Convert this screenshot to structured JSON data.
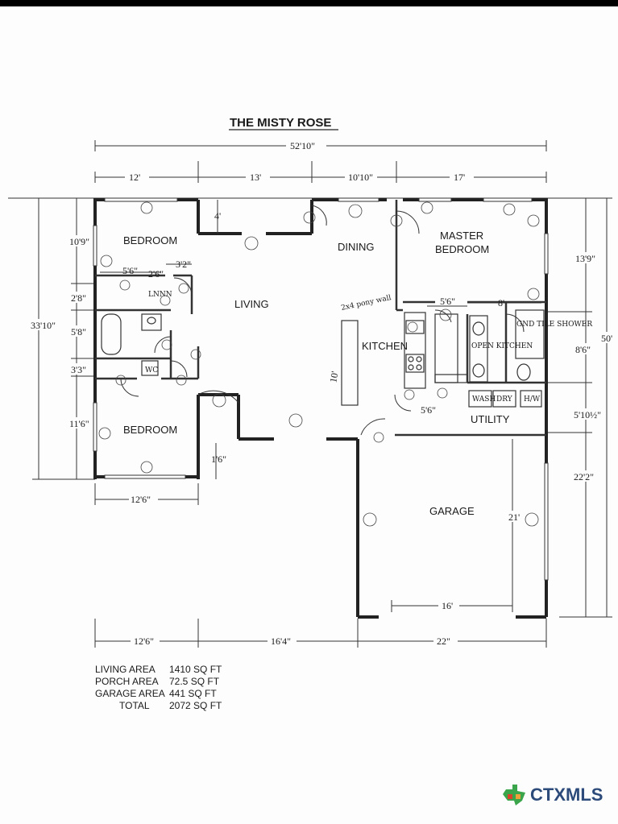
{
  "title": "THE MISTY ROSE",
  "rooms": {
    "bedroom_1": "BEDROOM",
    "bedroom_2": "BEDROOM",
    "living": "LIVING",
    "dining": "DINING",
    "master": "MASTER",
    "master_2": "BEDROOM",
    "kitchen": "KITCHEN",
    "utility": "UTILITY",
    "garage": "GARAGE",
    "open_kitchen": "OPEN KITCHEN",
    "shower": "GND TILE SHOWER"
  },
  "dimensions": {
    "overall_width": "52'10\"",
    "top": [
      "12'",
      "13'",
      "10'10\"",
      "17'"
    ],
    "bottom": [
      "12'6\"",
      "16'4\"",
      "22\""
    ],
    "left_total": "33'10\"",
    "left": [
      "10'9\"",
      "2'8\"",
      "5'8\"",
      "3'3\"",
      "11'6\""
    ],
    "right_total": "50'",
    "right": [
      "13'9\"",
      "8'6\"",
      "5'10½\"",
      "22'2\""
    ],
    "bath_5_6": "5'6\"",
    "bath_2_6": "2'6\"",
    "bath_3_2": "3'2\"",
    "hall_4": "4'",
    "bedroom2_width": "12'6\"",
    "porch_1_6": "1'6\"",
    "kitchen_5_6": "5'6\"",
    "kitchen_8": "8'",
    "utility_5_6": "5'6\"",
    "garage_21": "21'",
    "garage_16": "16'",
    "kitchen_10": "10'"
  },
  "notes": {
    "pony_wall": "2x4 pony wall",
    "lnnn": "LNNN",
    "wc": "WC",
    "wash": "WASH",
    "dry": "DRY",
    "hw": "H/W"
  },
  "areas": [
    {
      "label": "LIVING AREA",
      "value": "1410 SQ FT"
    },
    {
      "label": "PORCH AREA",
      "value": "72.5 SQ FT"
    },
    {
      "label": "GARAGE AREA",
      "value": "441 SQ FT"
    },
    {
      "label": "TOTAL",
      "value": "2072 SQ FT"
    }
  ],
  "logo": "CTXMLS",
  "colors": {
    "logo_blue": "#2c4a7a",
    "logo_green": "#3aa54a",
    "logo_red": "#d9442b",
    "logo_orange": "#f0a23a"
  }
}
